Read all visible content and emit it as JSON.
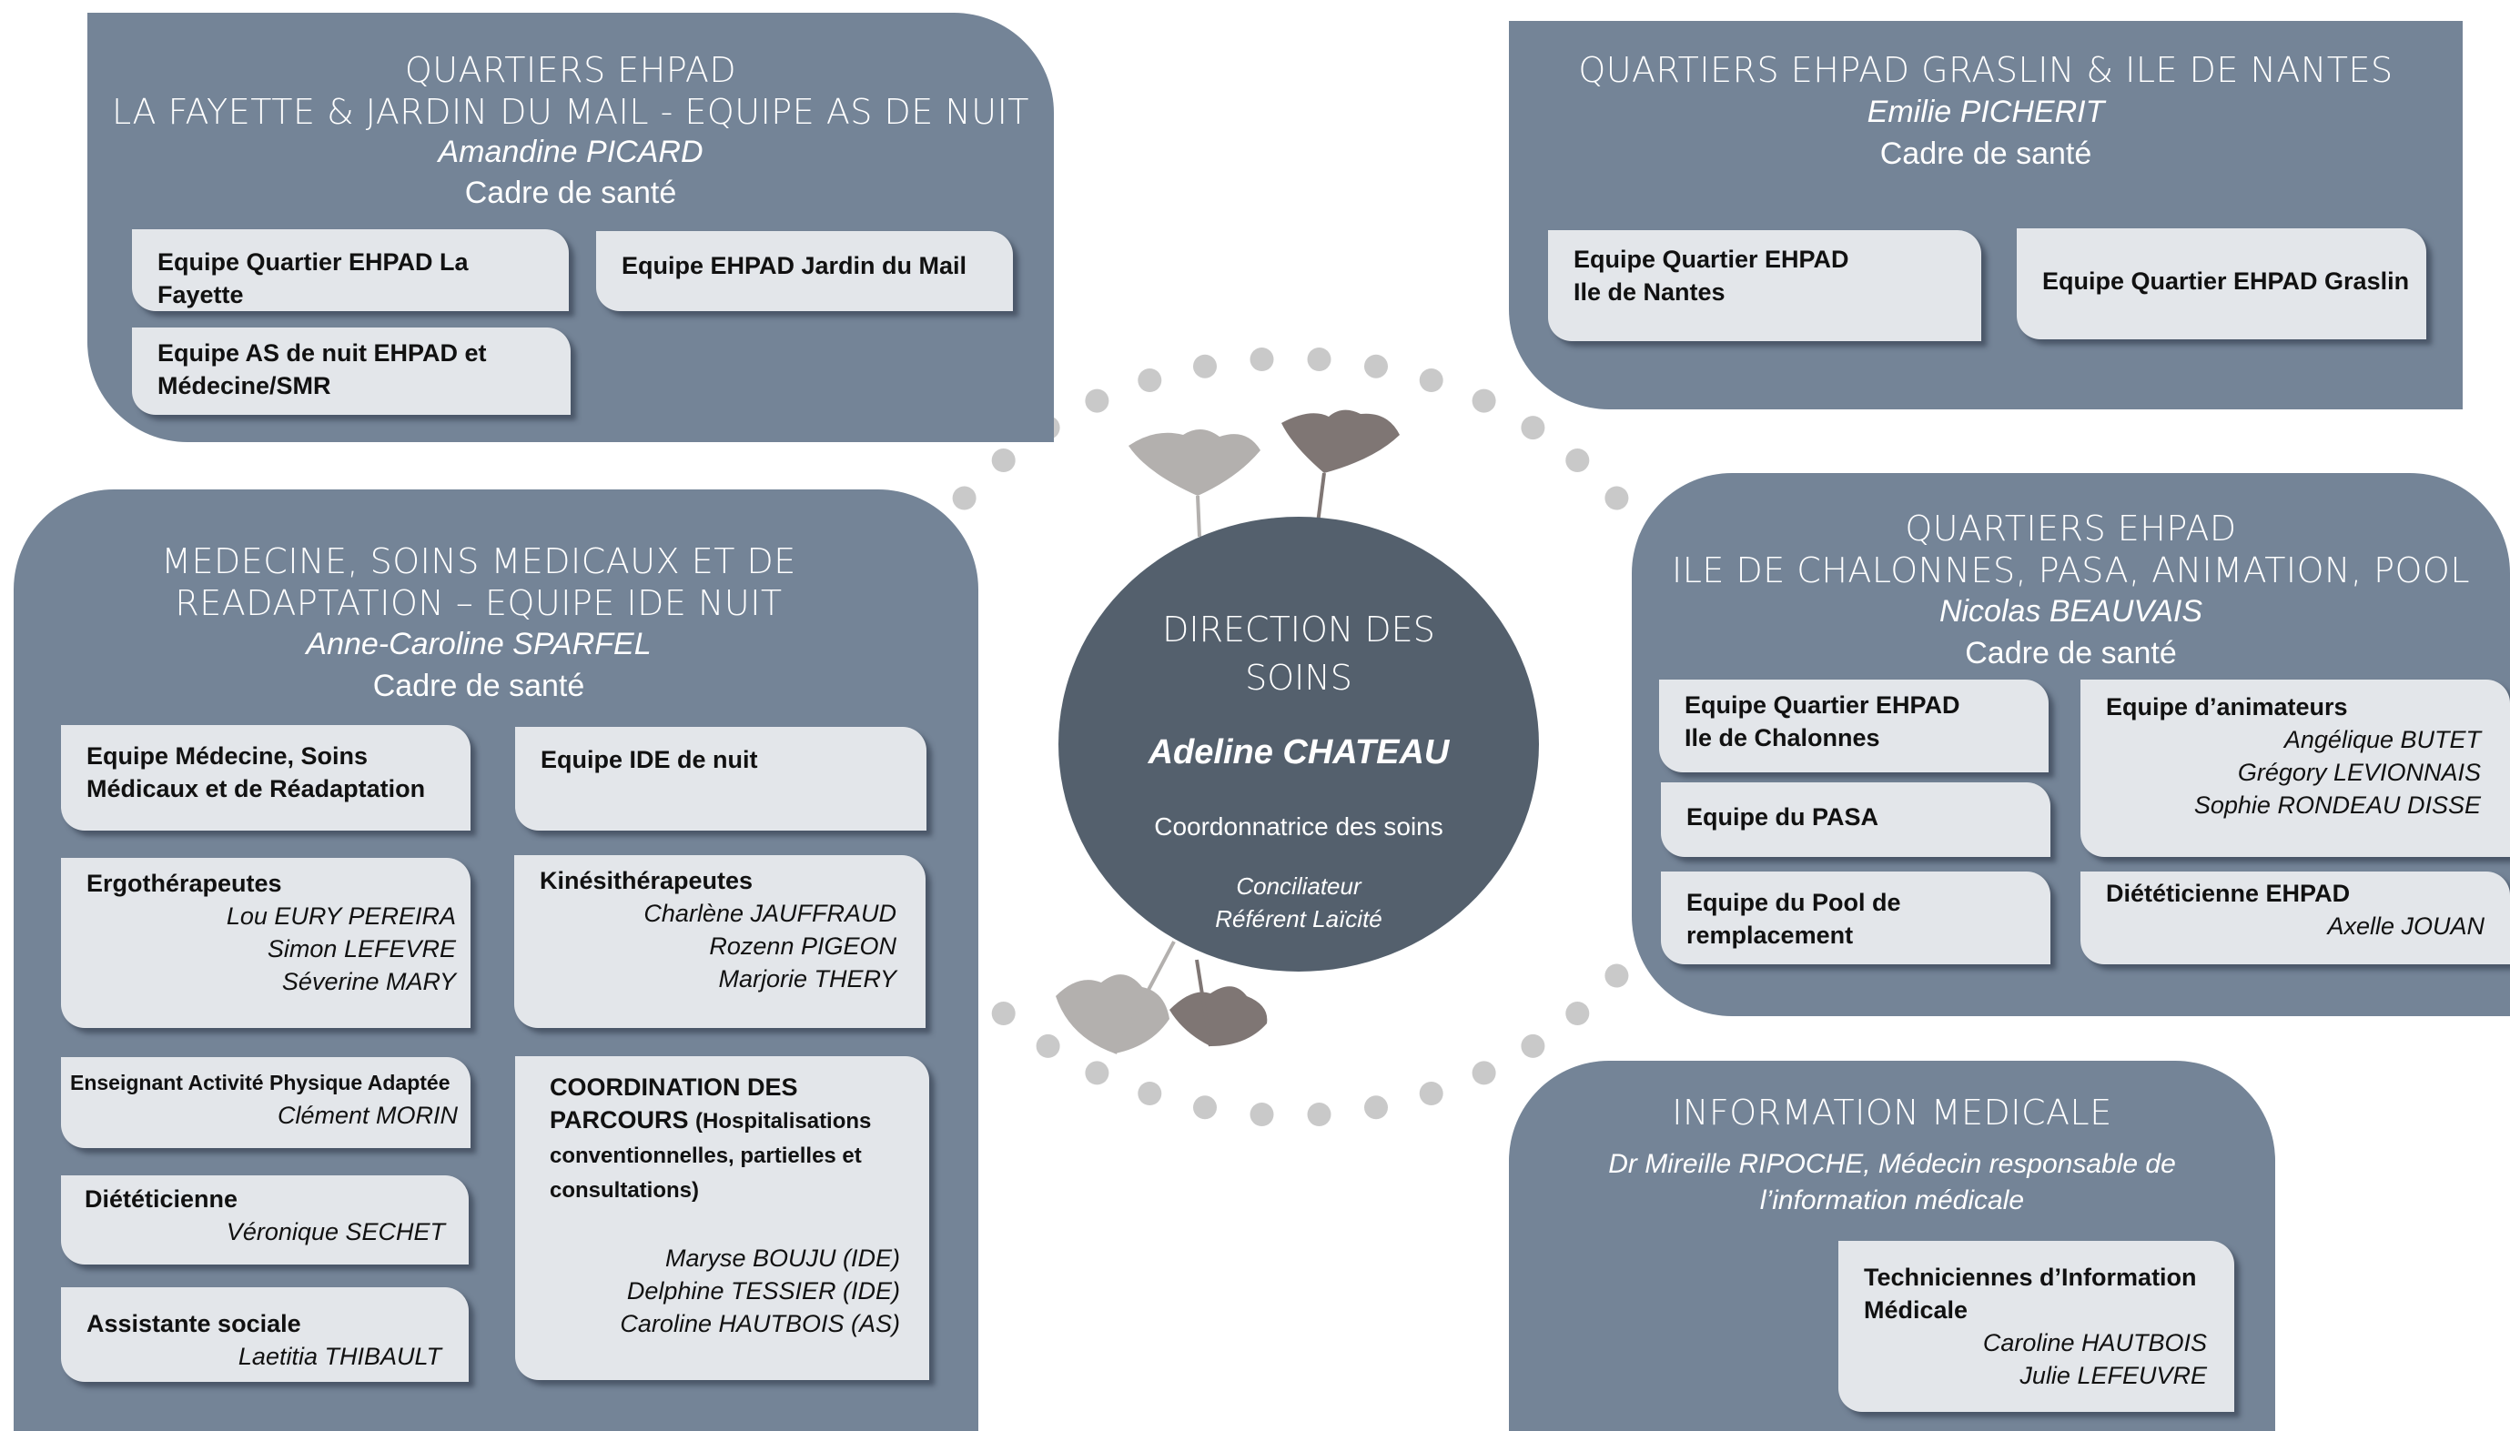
{
  "colors": {
    "panel": "#748497",
    "card": "#e3e6ea",
    "center": "#54606d",
    "dots": "#c9c9c9",
    "leaf_light": "#b3b0ae",
    "leaf_dark": "#7f7674"
  },
  "icons": [
    "ginkgo-leaf-icon"
  ],
  "center": {
    "title_line1": "DIRECTION DES",
    "title_line2": "SOINS",
    "name": "Adeline CHATEAU",
    "role": "Coordonnatrice des soins",
    "sub1": "Conciliateur",
    "sub2": "Référent Laïcité"
  },
  "lafayette": {
    "title1": "QUARTIERS EHPAD",
    "title2": "LA FAYETTE & JARDIN DU MAIL - EQUIPE AS DE NUIT",
    "manager": "Amandine PICARD",
    "role": "Cadre de santé",
    "card1": "Equipe Quartier EHPAD La Fayette",
    "card2": "Equipe EHPAD Jardin du Mail",
    "card3_l1": "Equipe AS de nuit EHPAD et",
    "card3_l2": "Médecine/SMR"
  },
  "graslin": {
    "title": "QUARTIERS EHPAD GRASLIN & ILE DE NANTES",
    "manager": "Emilie PICHERIT",
    "role": "Cadre de santé",
    "card1_l1": "Equipe Quartier EHPAD",
    "card1_l2": "Ile de Nantes",
    "card2": "Equipe Quartier EHPAD Graslin"
  },
  "medecine": {
    "title1": "MEDECINE, SOINS MEDICAUX ET DE",
    "title2": "READAPTATION – EQUIPE IDE NUIT",
    "manager": "Anne-Caroline SPARFEL",
    "role": "Cadre de santé",
    "equipe_l1": "Equipe Médecine, Soins",
    "equipe_l2": "Médicaux et de Réadaptation",
    "ide_nuit": "Equipe IDE de nuit",
    "ergo_title": "Ergothérapeutes",
    "ergo_members": [
      "Lou EURY PEREIRA",
      "Simon LEFEVRE",
      "Séverine MARY"
    ],
    "kine_title": "Kinésithérapeutes",
    "kine_members": [
      "Charlène JAUFFRAUD",
      "Rozenn PIGEON",
      "Marjorie THERY"
    ],
    "eapa_title": "Enseignant Activité Physique Adaptée",
    "eapa_member": "Clément MORIN",
    "diet_title": "Diététicienne",
    "diet_member": "Véronique SECHET",
    "social_title": "Assistante sociale",
    "social_member": "Laetitia THIBAULT",
    "coord_title1": "COORDINATION DES",
    "coord_title2": "PARCOURS",
    "coord_detail1": "(Hospitalisations",
    "coord_detail2": "conventionnelles, partielles et",
    "coord_detail3": "consultations)",
    "coord_members": [
      "Maryse BOUJU (IDE)",
      "Delphine TESSIER (IDE)",
      "Caroline HAUTBOIS (AS)"
    ]
  },
  "chalonnes": {
    "title1": "QUARTIERS EHPAD",
    "title2": "ILE DE CHALONNES, PASA, ANIMATION, POOL",
    "manager": "Nicolas BEAUVAIS",
    "role": "Cadre de santé",
    "card1_l1": "Equipe Quartier EHPAD",
    "card1_l2": "Ile de Chalonnes",
    "pasa": "Equipe du PASA",
    "pool_l1": "Equipe du Pool de",
    "pool_l2": "remplacement",
    "anim_title": "Equipe d’animateurs",
    "anim_members": [
      "Angélique BUTET",
      "Grégory LEVIONNAIS",
      "Sophie RONDEAU DISSE"
    ],
    "diet_title": "Diététicienne EHPAD",
    "diet_member": "Axelle JOUAN"
  },
  "info": {
    "title": "INFORMATION MEDICALE",
    "doctor_l1": "Dr Mireille RIPOCHE, Médecin responsable de",
    "doctor_l2": "l’information médicale",
    "tech_l1": "Techniciennes d’Information",
    "tech_l2": "Médicale",
    "tech_members": [
      "Caroline HAUTBOIS",
      "Julie LEFEUVRE"
    ]
  }
}
